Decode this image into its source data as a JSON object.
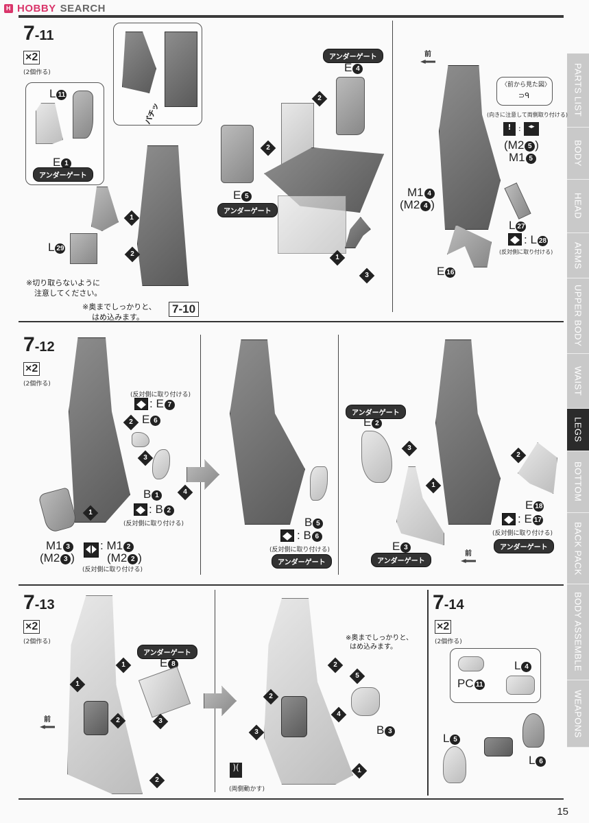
{
  "header": {
    "logo_mark": "H",
    "logo_hobby": "HOBBY",
    "logo_search": "SEARCH"
  },
  "side_tabs": [
    {
      "label": "PARTS LIST",
      "active": false
    },
    {
      "label": "BODY",
      "active": false
    },
    {
      "label": "HEAD",
      "active": false
    },
    {
      "label": "ARMS",
      "active": false
    },
    {
      "label": "UPPER BODY",
      "active": false
    },
    {
      "label": "WAIST",
      "active": false
    },
    {
      "label": "LEGS",
      "active": true
    },
    {
      "label": "BOTTOM",
      "active": false
    },
    {
      "label": "BACK PACK",
      "active": false
    },
    {
      "label": "BODY ASSEMBLE",
      "active": false
    },
    {
      "label": "WEAPONS",
      "active": false
    }
  ],
  "common": {
    "x2": "×2",
    "make_two": "(2個作る)",
    "under_gate": "アンダーゲート",
    "opposite_side": "(反対側に取り付ける)",
    "front": "前"
  },
  "step_7_11": {
    "number_main": "7",
    "number_sub": "-11",
    "callout_parts": {
      "l11": "L",
      "l11_num": "11",
      "e1": "E",
      "e1_num": "1"
    },
    "snap_sound": "パチッ",
    "l29": "L",
    "l29_num": "29",
    "note_no_cut_1": "※切り取らないように",
    "note_no_cut_2": "注意してください。",
    "note_push_1": "※奥までしっかりと、",
    "note_push_2": "はめ込みます。",
    "ref_step": "7-10",
    "e4": "E",
    "e4_num": "4",
    "e5": "E",
    "e5_num": "5",
    "view_title": "〈前から見た図〉",
    "orientation_note": "(向きに注意して両側取り付ける)",
    "m2_5": "(M2",
    "m2_5_num": "5",
    "m2_5_close": ")",
    "m1_5": "M1",
    "m1_5_num": "5",
    "m1_4": "M1",
    "m1_4_num": "4",
    "m2_4": "(M2",
    "m2_4_num": "4",
    "m2_4_close": ")",
    "l27": "L",
    "l27_num": "27",
    "l28": ": L",
    "l28_num": "28",
    "e16": "E",
    "e16_num": "16",
    "steps": [
      "1",
      "2",
      "2",
      "2",
      "1",
      "3"
    ]
  },
  "step_7_12": {
    "number_main": "7",
    "number_sub": "-12",
    "e7": ": E",
    "e7_num": "7",
    "e6": "E",
    "e6_num": "6",
    "b1": "B",
    "b1_num": "1",
    "b2": ": B",
    "b2_num": "2",
    "m1_3": "M1",
    "m1_3_num": "3",
    "m2_3": "(M2",
    "m2_3_num": "3",
    "m2_3_close": ")",
    "m1_2": ": M1",
    "m1_2_num": "2",
    "m2_2": "(M2",
    "m2_2_num": "2",
    "m2_2_close": ")",
    "b5": "B",
    "b5_num": "5",
    "b6": ": B",
    "b6_num": "6",
    "e2": "E",
    "e2_num": "2",
    "e3": "E",
    "e3_num": "3",
    "e18": "E",
    "e18_num": "18",
    "e17": ": E",
    "e17_num": "17",
    "steps": [
      "2",
      "3",
      "4",
      "1",
      "3",
      "1",
      "2"
    ]
  },
  "step_7_13": {
    "number_main": "7",
    "number_sub": "-13",
    "e8": "E",
    "e8_num": "8",
    "b3": "B",
    "b3_num": "3",
    "note_push_1": "※奥までしっかりと、",
    "note_push_2": "はめ込みます。",
    "move_both": "(両側動かす)",
    "steps": [
      "1",
      "1",
      "2",
      "3",
      "2",
      "2",
      "5",
      "2",
      "4",
      "3",
      "1"
    ]
  },
  "step_7_14": {
    "number_main": "7",
    "number_sub": "-14",
    "l4": "L",
    "l4_num": "4",
    "pc11": "PC",
    "pc11_num": "11",
    "l5": "L",
    "l5_num": "5",
    "l6": "L",
    "l6_num": "6"
  },
  "footer": {
    "page_number": "15"
  }
}
